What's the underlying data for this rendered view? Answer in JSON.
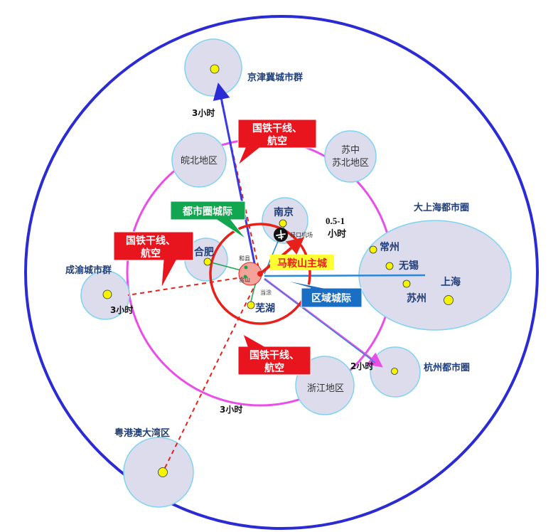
{
  "regions": {
    "jingjinji": "京津冀城市群",
    "wanbei": "皖北地区",
    "subei_line1": "苏中",
    "subei_line2": "苏北地区",
    "chengyu": "成渝城市群",
    "shanghai_metro": "大上海都市圈",
    "changzhou": "常州",
    "wuxi": "无锡",
    "shanghai": "上海",
    "suzhou": "苏州",
    "hangzhou": "杭州都市圈",
    "zhejiang": "浙江地区",
    "gba": "粤港澳大湾区"
  },
  "cities": {
    "nanjing": "南京",
    "lukou_airport": "禄口机场",
    "hefei": "合肥",
    "wuhu": "芜湖",
    "dangtu": "当涂",
    "hexian": "和县",
    "hanshan": "含山",
    "maanshan": "马鞍山主城"
  },
  "callouts": {
    "rail_air_top_l1": "国铁干线、",
    "rail_air_top_l2": "航空",
    "rail_air_left_l1": "国铁干线、",
    "rail_air_left_l2": "航空",
    "rail_air_bottom_l1": "国铁干线、",
    "rail_air_bottom_l2": "航空",
    "metro_intercity": "都市圈城际",
    "regional_intercity": "区域城际"
  },
  "times": {
    "north": "3小时",
    "west": "3小时",
    "south": "3小时",
    "hangzhou": "2小时",
    "nanjing_range": "0.5-1",
    "nanjing_unit": "小时"
  },
  "colors": {
    "outer_ring": "#2b2bd6",
    "middle_ring": "#e84ee8",
    "inner_ring": "#e8201a",
    "region_fill": "#dcdcec",
    "region_stroke": "#7fd3f0",
    "node_yellow": "#f5f500",
    "callout_red": "#e8141e",
    "callout_green": "#13a650",
    "callout_blue": "#1a6fc4",
    "highlight_yellow": "#ffff33"
  }
}
